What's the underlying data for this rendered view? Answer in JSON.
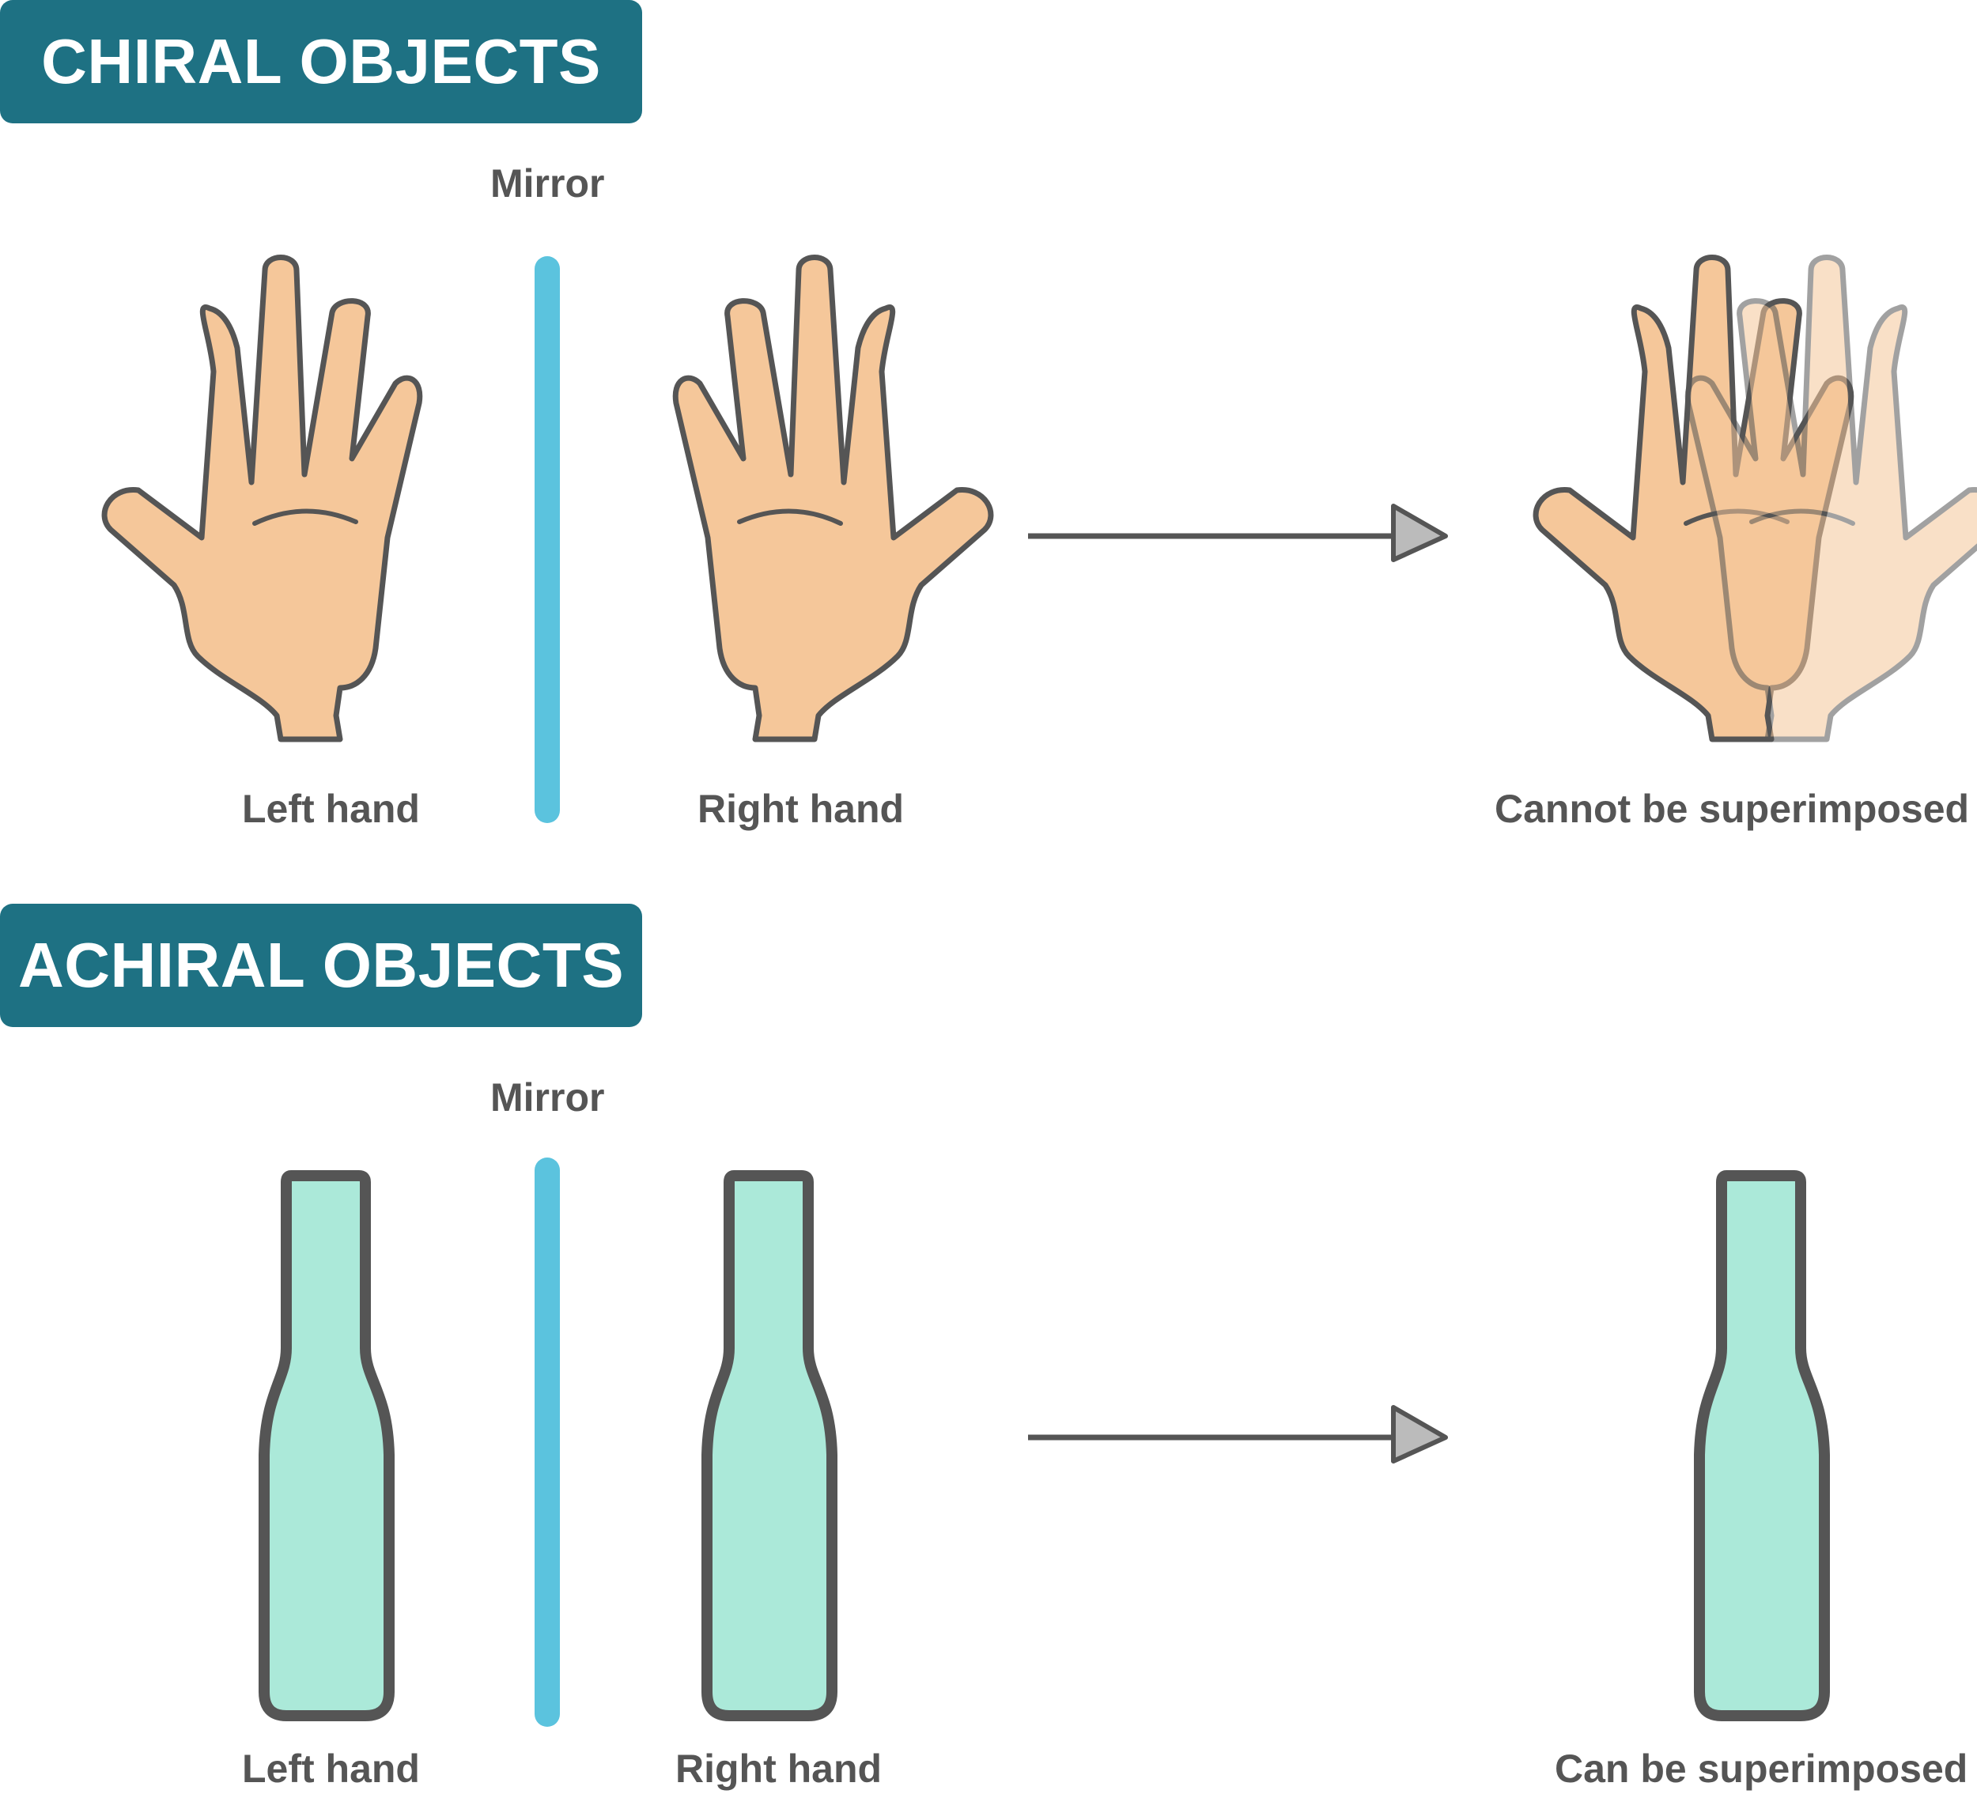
{
  "chiral": {
    "title": "CHIRAL OBJECTS",
    "mirror_label": "Mirror",
    "left_label": "Left hand",
    "right_label": "Right hand",
    "result_label": "Cannot be superimposed"
  },
  "achiral": {
    "title": "ACHIRAL OBJECTS",
    "mirror_label": "Mirror",
    "left_label": "Left hand",
    "right_label": "Right hand",
    "result_label": "Can be superimposed"
  },
  "colors": {
    "banner": "#1e7183",
    "mirror": "#5bc3de",
    "skin": "#f5c79a",
    "bottle": "#abe9d9",
    "outline": "#555555",
    "label": "#555555"
  },
  "icons": [
    "left-hand-icon",
    "right-hand-icon",
    "mirror-icon",
    "arrow-icon",
    "superimposed-hands-icon",
    "bottle-icon"
  ]
}
